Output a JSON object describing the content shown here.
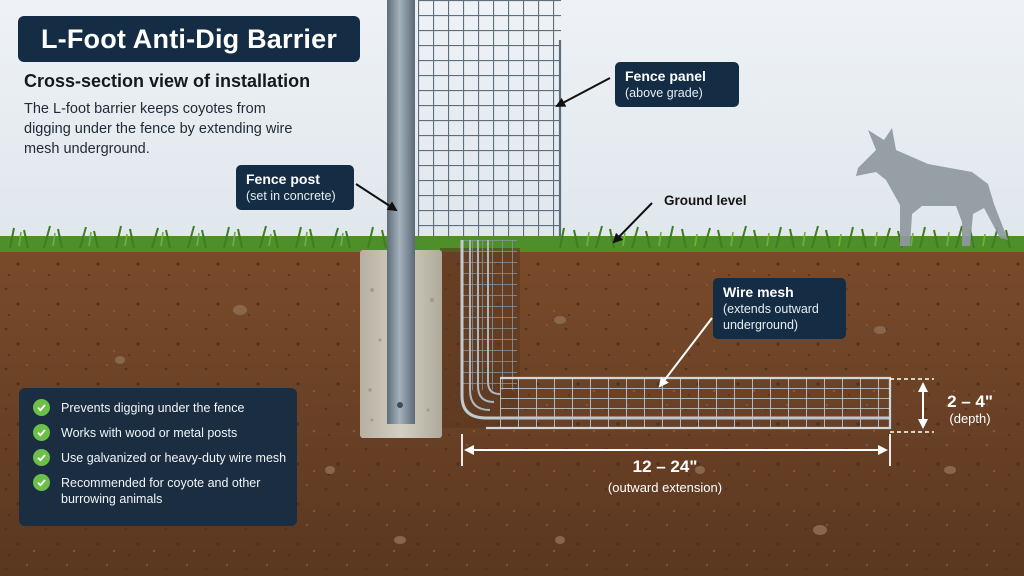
{
  "title": "L-Foot Anti-Dig Barrier",
  "subtitle": "Cross-section view of installation",
  "description": "The L-foot barrier keeps coyotes from digging under the fence by extending wire mesh underground.",
  "callouts": {
    "fence_panel": {
      "title": "Fence panel",
      "sub": "(above grade)"
    },
    "fence_post": {
      "title": "Fence post",
      "sub": "(set in concrete)"
    },
    "ground_level": "Ground level",
    "wire_mesh": {
      "title": "Wire mesh",
      "sub1": "(extends outward",
      "sub2": "underground)"
    }
  },
  "dimensions": {
    "extension": {
      "value": "12 – 24\"",
      "label": "(outward extension)"
    },
    "depth": {
      "value": "2 – 4\"",
      "label": "(depth)"
    }
  },
  "features": [
    "Prevents digging under the fence",
    "Works with wood or metal posts",
    "Use galvanized or heavy-duty wire mesh",
    "Recommended for coyote and other burrowing animals"
  ],
  "colors": {
    "panel_bg": "#142c44",
    "check": "#6cc04a",
    "soil": "#6a4127",
    "grass": "#4f8f2a",
    "sky": "#e7edf2",
    "mesh": "#7c8c99",
    "post": "#7b8b98"
  },
  "icons": {
    "check": "check-icon",
    "animal": "coyote-silhouette"
  }
}
